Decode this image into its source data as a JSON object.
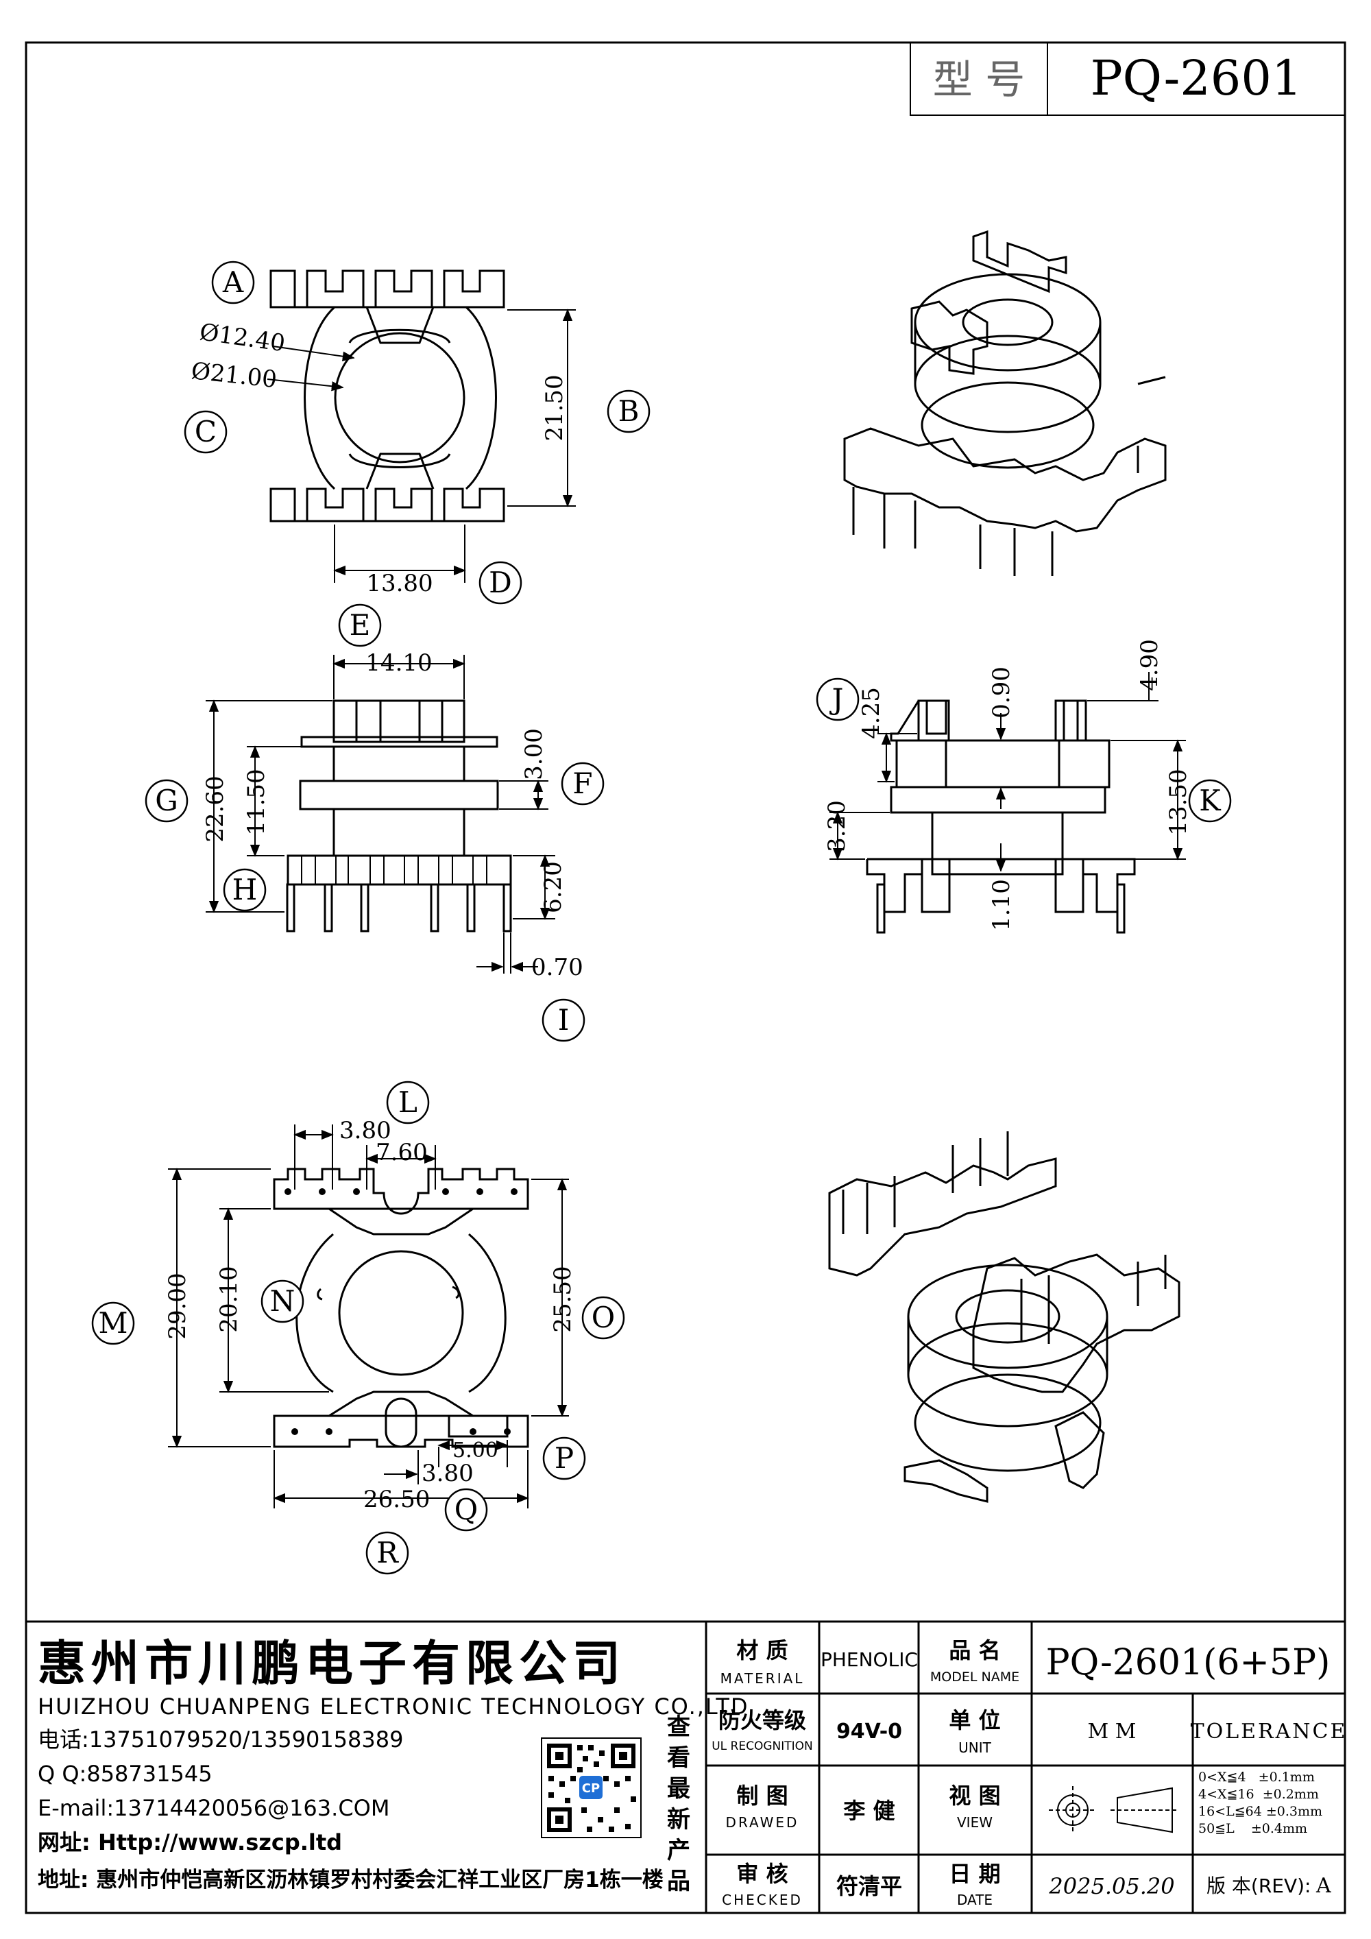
{
  "header": {
    "label": "型 号",
    "model": "PQ-2601"
  },
  "top_view": {
    "callouts": [
      "A",
      "B",
      "C",
      "D"
    ],
    "dims": {
      "d1": "Ø12.40",
      "d2": "Ø21.00",
      "height": "21.50",
      "width": "13.80"
    }
  },
  "front_view": {
    "callouts": [
      "E",
      "F",
      "G",
      "H",
      "I"
    ],
    "dims": {
      "top_width": "14.10",
      "flange": "3.00",
      "overall": "22.60",
      "body": "11.50",
      "base": "6.20",
      "pin": "0.70"
    }
  },
  "side_view": {
    "callouts": [
      "J",
      "K"
    ],
    "dims": {
      "j": "4.25",
      "gap_top": "0.90",
      "right_top": "4.90",
      "height": "13.50",
      "left_low": "3.20",
      "gap_bottom": "1.10"
    }
  },
  "bottom_view": {
    "callouts": [
      "L",
      "M",
      "N",
      "O",
      "P",
      "Q",
      "R"
    ],
    "dims": {
      "pitch1": "3.80",
      "pitch2": "7.60",
      "overall_h": "29.00",
      "inner_h": "20.10",
      "right_h": "25.50",
      "p_dim": "5.00",
      "q_dim": "3.80",
      "width": "26.50"
    }
  },
  "title_block": {
    "company_cn": "惠州市川鹏电子有限公司",
    "company_en": "HUIZHOU CHUANPENG ELECTRONIC TECHNOLOGY CO.,LTD",
    "phone": "电话:13751079520/13590158389",
    "qq": "Q Q:858731545",
    "email": "E-mail:13714420056@163.COM",
    "web": "网址: Http://www.szcp.ltd",
    "address": "地址: 惠州市仲恺高新区沥林镇罗村村委会汇祥工业区厂房1栋一楼",
    "qr_caption": [
      "查",
      "看",
      "最",
      "新",
      "产",
      "品"
    ],
    "qr_logo": "CP",
    "material_cn": "材 质",
    "material_en": "MATERIAL",
    "material_value": "PHENOLIC",
    "model_name_cn": "品 名",
    "model_name_en": "MODEL NAME",
    "model_name_value": "PQ-2601(6+5P)",
    "ul_cn": "防火等级",
    "ul_en": "UL RECOGNITION",
    "ul_value": "94V-0",
    "unit_cn": "单 位",
    "unit_en": "UNIT",
    "unit_value": "M M",
    "tolerance_label": "TOLERANCE",
    "tolerance_lines": [
      "0<X≦4   ±0.1mm",
      "4<X≦16  ±0.2mm",
      "16<L≦64 ±0.3mm",
      "50≦L    ±0.4mm"
    ],
    "drawed_cn": "制 图",
    "drawed_en": "DRAWED",
    "drawed_value": "李 健",
    "view_cn": "视 图",
    "view_en": "VIEW",
    "checked_cn": "审 核",
    "checked_en": "CHECKED",
    "checked_value": "符清平",
    "date_cn": "日 期",
    "date_en": "DATE",
    "date_value": "2025.05.20",
    "rev_label": "版 本(REV):",
    "rev_value": "A"
  }
}
